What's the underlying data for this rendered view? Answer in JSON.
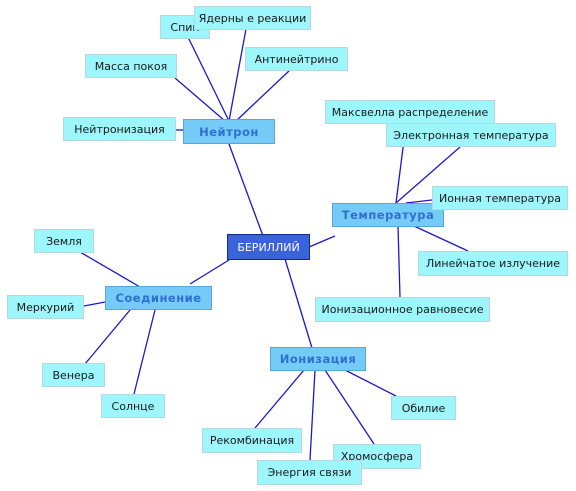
{
  "root": {
    "label": "БЕРИЛЛИЙ",
    "color": "#3b63d9"
  },
  "branches": {
    "neutron": {
      "label": "Нейтрон"
    },
    "temperature": {
      "label": "Температура"
    },
    "compound": {
      "label": "Соединение"
    },
    "ionization": {
      "label": "Ионизация"
    }
  },
  "leaves": {
    "spin": "Спин",
    "nuclear_reactions": "Ядерны е реакции",
    "rest_mass": "Масса покоя",
    "antineutrino": "Антинейтрино",
    "neutronization": "Нейтронизация",
    "maxwell": "Максвелла распределение",
    "electron_temperature": "Электронная температура",
    "ion_temperature": "Ионная температура",
    "line_radiation": "Линейчатое излучение",
    "ionization_eq": "Ионизационное равновесие",
    "earth": "Земля",
    "mercury": "Меркурий",
    "venus": "Венера",
    "sun": "Солнце",
    "abundance": "Обилие",
    "recombination": "Рекомбинация",
    "chromosphere": "Хромосфера",
    "binding_energy": "Энергия связи"
  },
  "colors": {
    "edge": "#1a1acc",
    "leaf": "#9cf6fb",
    "branch": "#74cbf7"
  }
}
